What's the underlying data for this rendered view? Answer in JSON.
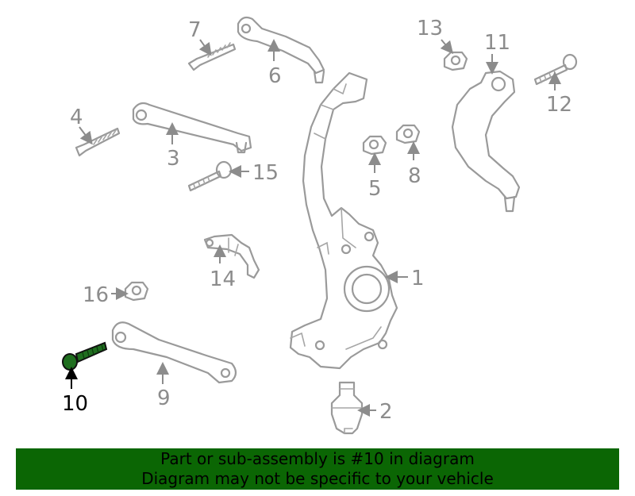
{
  "callouts": [
    {
      "id": "1",
      "text": "1"
    },
    {
      "id": "2",
      "text": "2"
    },
    {
      "id": "3",
      "text": "3"
    },
    {
      "id": "4",
      "text": "4"
    },
    {
      "id": "5",
      "text": "5"
    },
    {
      "id": "6",
      "text": "6"
    },
    {
      "id": "7",
      "text": "7"
    },
    {
      "id": "8",
      "text": "8"
    },
    {
      "id": "9",
      "text": "9"
    },
    {
      "id": "10",
      "text": "10"
    },
    {
      "id": "11",
      "text": "11"
    },
    {
      "id": "12",
      "text": "12"
    },
    {
      "id": "13",
      "text": "13"
    },
    {
      "id": "14",
      "text": "14"
    },
    {
      "id": "15",
      "text": "15"
    },
    {
      "id": "16",
      "text": "16"
    }
  ],
  "highlighted_part": "10",
  "highlight_color": "#1f6e1f",
  "banner": {
    "line1": "Part or sub-assembly is #10 in diagram",
    "line2": "Diagram may not be specific to your vehicle",
    "background": "#0b6604"
  }
}
